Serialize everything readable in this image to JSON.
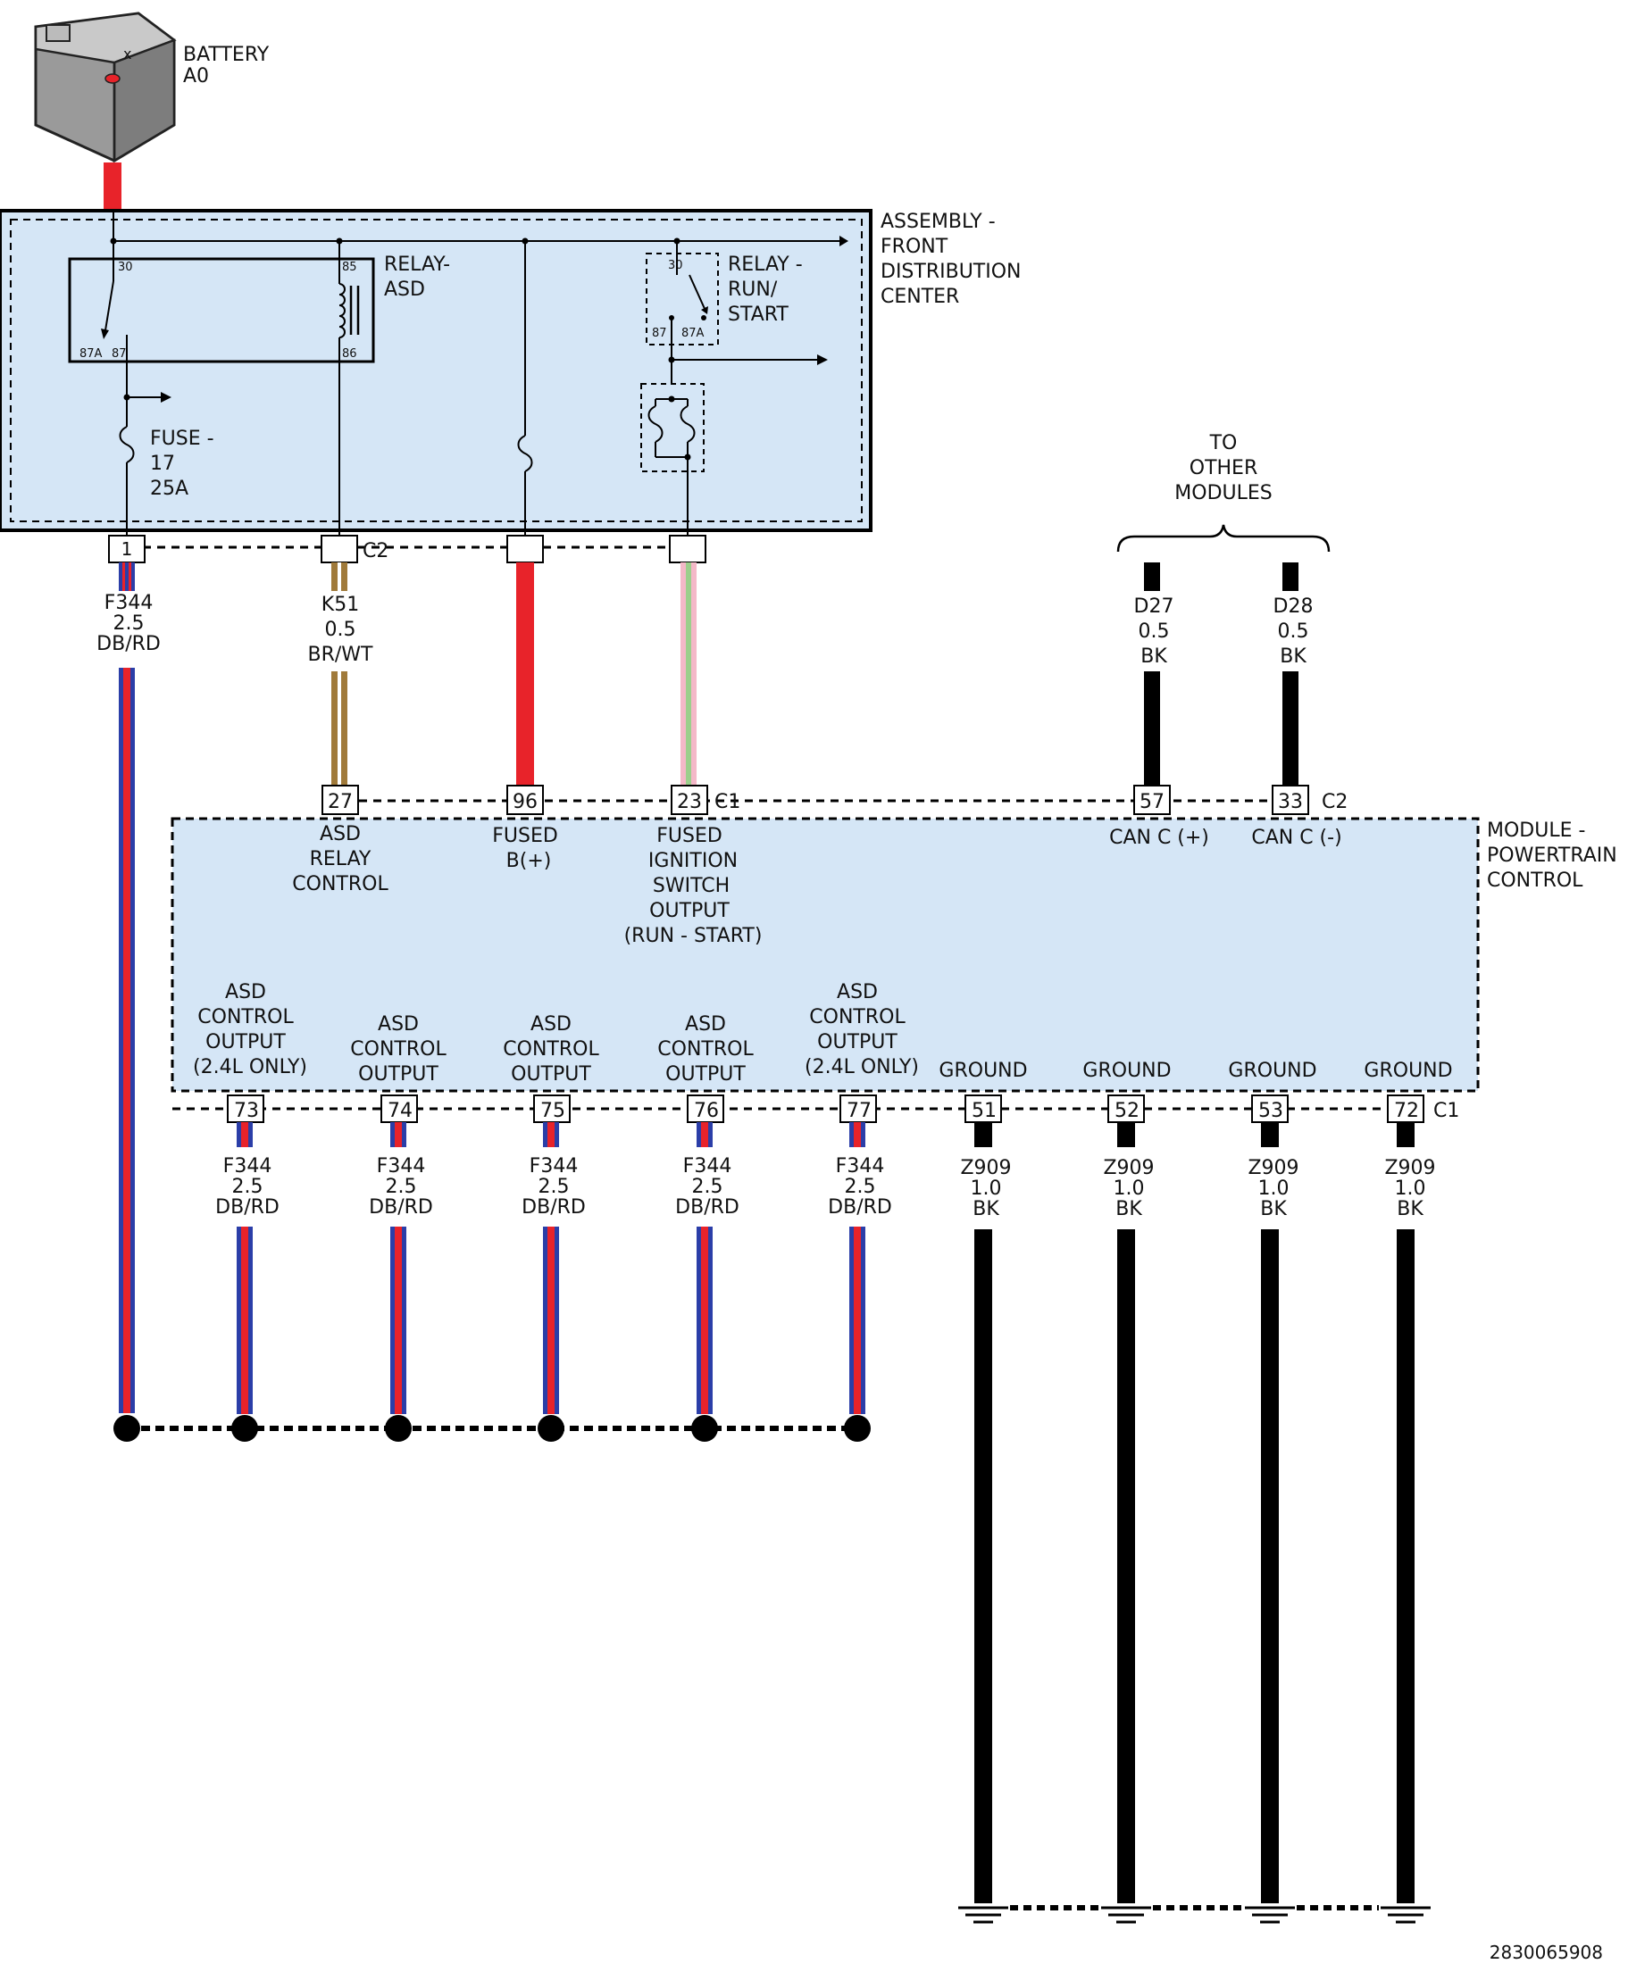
{
  "battery": {
    "name": "BATTERY",
    "code": "A0"
  },
  "assembly": {
    "label_lines": [
      "ASSEMBLY -",
      "FRONT",
      "DISTRIBUTION",
      "CENTER"
    ],
    "connector": "C2",
    "relay_asd": {
      "label_lines": [
        "RELAY-",
        "ASD"
      ],
      "pins": {
        "p30": "30",
        "p85": "85",
        "p87a": "87A",
        "p87": "87",
        "p86": "86"
      }
    },
    "relay_run": {
      "label_lines": [
        "RELAY -",
        "RUN/",
        "START"
      ],
      "pins": {
        "p30": "30",
        "p87": "87",
        "p87a": "87A"
      }
    },
    "fuse": {
      "label_lines": [
        "FUSE -",
        "17",
        "25A"
      ]
    },
    "pin_1": "1"
  },
  "to_other_modules": [
    "TO",
    "OTHER",
    "MODULES"
  ],
  "module": {
    "label_lines": [
      "MODULE -",
      "POWERTRAIN",
      "CONTROL"
    ],
    "top_connectors": {
      "c1": "C1",
      "c2": "C2"
    },
    "top_pins": [
      {
        "pin": "27",
        "func_lines": [
          "ASD",
          "RELAY",
          "CONTROL"
        ]
      },
      {
        "pin": "96",
        "func_lines": [
          "FUSED",
          "B(+)"
        ]
      },
      {
        "pin": "23",
        "func_lines": [
          "FUSED",
          "IGNITION",
          "SWITCH",
          "OUTPUT",
          "(RUN - START)"
        ]
      },
      {
        "pin": "57",
        "func_lines": [
          "CAN C (+)"
        ]
      },
      {
        "pin": "33",
        "func_lines": [
          "CAN C (-)"
        ]
      }
    ],
    "bottom_connector": "C1",
    "bottom_pins": [
      {
        "pin": "73",
        "func_lines": [
          "ASD",
          "CONTROL",
          "OUTPUT",
          "(2.4L ONLY)"
        ]
      },
      {
        "pin": "74",
        "func_lines": [
          "ASD",
          "CONTROL",
          "OUTPUT"
        ]
      },
      {
        "pin": "75",
        "func_lines": [
          "ASD",
          "CONTROL",
          "OUTPUT"
        ]
      },
      {
        "pin": "76",
        "func_lines": [
          "ASD",
          "CONTROL",
          "OUTPUT"
        ]
      },
      {
        "pin": "77",
        "func_lines": [
          "ASD",
          "CONTROL",
          "OUTPUT",
          "(2.4L ONLY)"
        ]
      },
      {
        "pin": "51",
        "func_lines": [
          "GROUND"
        ]
      },
      {
        "pin": "52",
        "func_lines": [
          "GROUND"
        ]
      },
      {
        "pin": "53",
        "func_lines": [
          "GROUND"
        ]
      },
      {
        "pin": "72",
        "func_lines": [
          "GROUND"
        ]
      }
    ]
  },
  "wires": {
    "w_f344_main": [
      "F344",
      "2.5",
      "DB/RD"
    ],
    "w_k51": [
      "K51",
      "0.5",
      "BR/WT"
    ],
    "w_d27": [
      "D27",
      "0.5",
      "BK"
    ],
    "w_d28": [
      "D28",
      "0.5",
      "BK"
    ],
    "w73": [
      "F344",
      "2.5",
      "DB/RD"
    ],
    "w74": [
      "F344",
      "2.5",
      "DB/RD"
    ],
    "w75": [
      "F344",
      "2.5",
      "DB/RD"
    ],
    "w76": [
      "F344",
      "2.5",
      "DB/RD"
    ],
    "w77": [
      "F344",
      "2.5",
      "DB/RD"
    ],
    "w51": [
      "Z909",
      "1.0",
      "BK"
    ],
    "w52": [
      "Z909",
      "1.0",
      "BK"
    ],
    "w53": [
      "Z909",
      "1.0",
      "BK"
    ],
    "w72": [
      "Z909",
      "1.0",
      "BK"
    ]
  },
  "doc_number": "2830065908",
  "colors": {
    "panel_fill": "#d5e6f6",
    "red": "#e8232a",
    "blue": "#2b3ea8",
    "brown": "#a07a3a",
    "pink": "#f4b8c8",
    "green": "#9ccf8c",
    "black": "#000000"
  }
}
